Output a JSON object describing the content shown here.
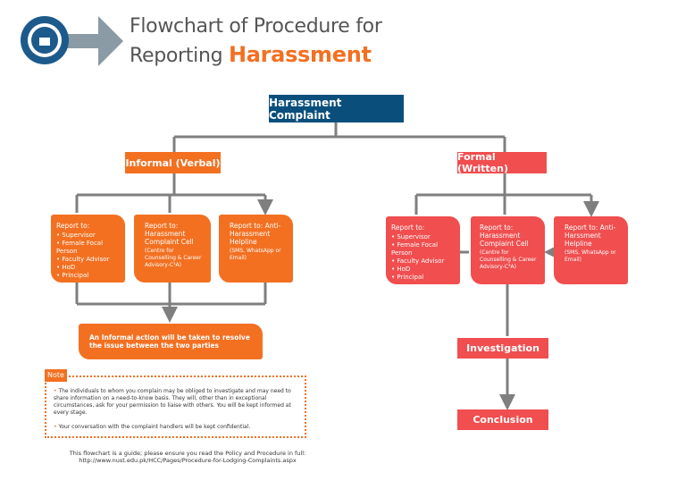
{
  "header": {
    "title_line1": "Flowchart of Procedure for",
    "title_line2_prefix": "Reporting",
    "title_highlight": "Harassment",
    "logo_icon": "university-seal-logo",
    "arrow_icon": "right-arrow"
  },
  "colors": {
    "navy": "#0a4f7c",
    "orange": "#f37021",
    "red": "#f04e4f",
    "connector": "#7f7f7f",
    "title": "#555555"
  },
  "root": "Harassment Complaint",
  "informal": {
    "label": "Informal (Verbal)",
    "boxes": [
      {
        "heading": "Report to:",
        "items": [
          "Supervisor",
          "Female Focal Person",
          "Faculty Advisor",
          "HoD",
          "Principal"
        ]
      },
      {
        "heading": "Report to: Harassment Complaint Cell",
        "sub": "(Centre for Counselling & Career Advisory-C³A)"
      },
      {
        "heading": "Report to: Anti-Harassment Helpline",
        "sub": "(SMS, WhatsApp or Email)"
      }
    ],
    "outcome": "An Informal action will be taken to resolve the issue between the two parties"
  },
  "formal": {
    "label": "Formal (Written)",
    "boxes": [
      {
        "heading": "Report to:",
        "items": [
          "Supervisor",
          "Female Focal Person",
          "Faculty Advisor",
          "HoD",
          "Principal"
        ]
      },
      {
        "heading": "Report to: Harassment Complaint Cell",
        "sub": "(Centre for Counselling & Career Advisory-C³A)"
      },
      {
        "heading": "Report to: Anti-Harssment Helpline",
        "sub": "(SMS, WhatsApp or Email)"
      }
    ],
    "step1": "Investigation",
    "step2": "Conclusion"
  },
  "note": {
    "label": "Note",
    "items": [
      "The individuals to whom you complain may be obliged to investigate and may need to share information on a need-to-know basis. They will, other than in exceptional circumstances, ask for your permission to liaise with others. You will be kept informed at every stage.",
      "Your conversation with the complaint handlers will be kept confidential."
    ]
  },
  "footer": {
    "line1": "This flowchart is a guide; please ensure you read the Policy and Procedure in full:",
    "line2": "http://www.nust.edu.pk/HCC/Pages/Procedure-for-Lodging-Complaints.aspx"
  }
}
